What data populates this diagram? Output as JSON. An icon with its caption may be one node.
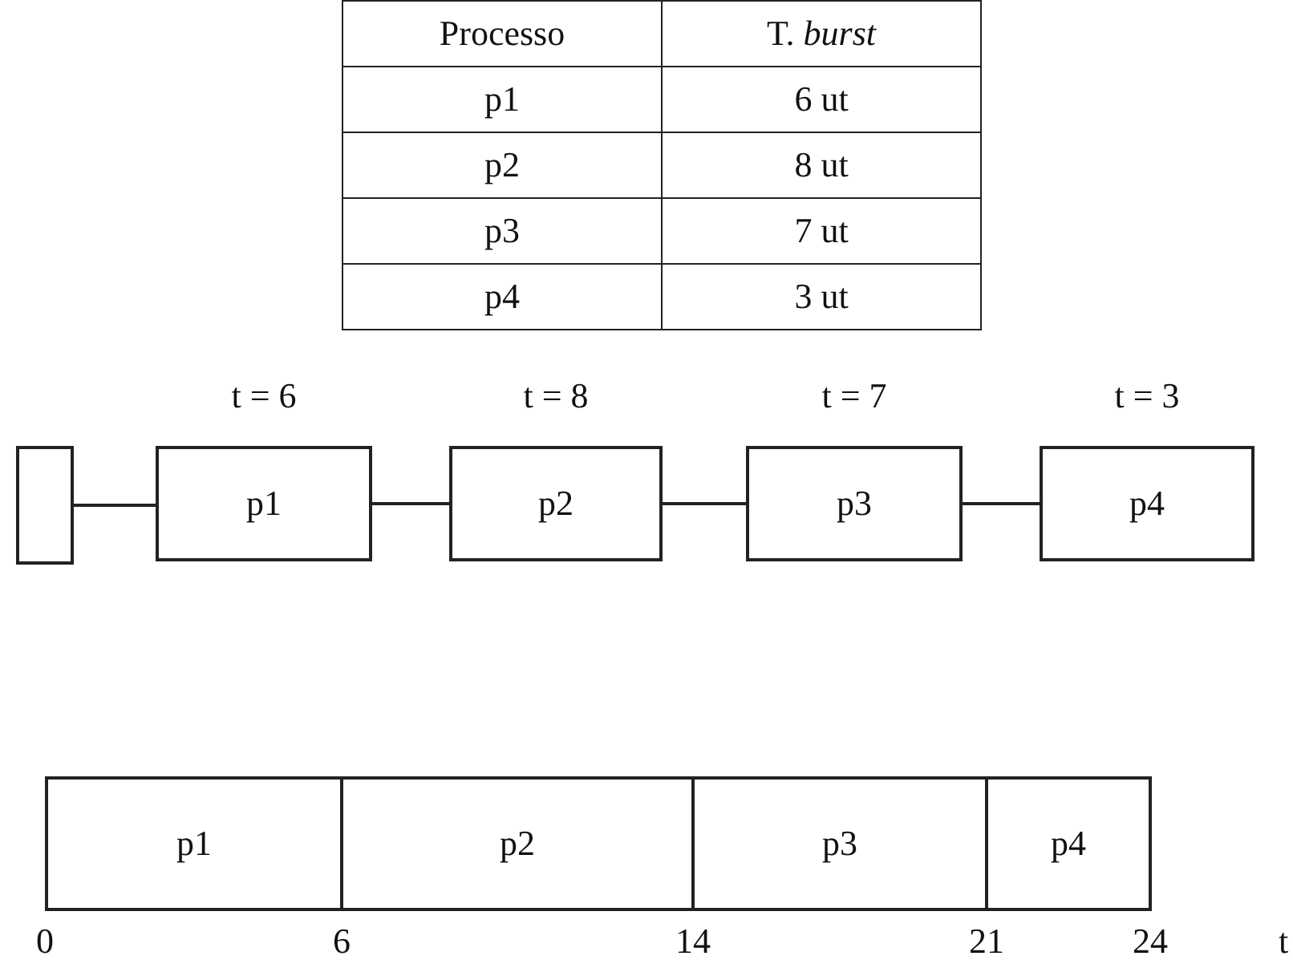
{
  "diagram": {
    "nodes": [
      {
        "text": [],
        "shape": "box"
      },
      {
        "text": [
          "p1"
        ],
        "beside": [
          "t = 6"
        ]
      },
      {
        "text": [
          "p2"
        ],
        "beside": [
          "t = 8"
        ]
      },
      {
        "text": [
          "p3"
        ],
        "beside": [
          "t = 7"
        ]
      },
      {
        "text": [
          "p4"
        ],
        "beside": [
          "t = 3"
        ]
      },
      {
        "text": [
          "p1"
        ]
      },
      {
        "text": [
          "p2"
        ]
      },
      {
        "text": [
          "p3"
        ]
      },
      {
        "text": [
          "p4"
        ]
      }
    ],
    "edges": [
      {
        "from": 0,
        "to": 1,
        "arrow": "none"
      },
      {
        "from": 1,
        "to": 2,
        "arrow": "none"
      },
      {
        "from": 2,
        "to": 3,
        "arrow": "none"
      },
      {
        "from": 3,
        "to": 4,
        "arrow": "none"
      }
    ],
    "labels": [
      "Processo",
      "T. *burst*",
      "p1",
      "6 ut",
      "p2",
      "8 ut",
      "p3",
      "7 ut",
      "p4",
      "3 ut",
      "0",
      "6",
      "14",
      "21",
      "24",
      "t"
    ]
  }
}
